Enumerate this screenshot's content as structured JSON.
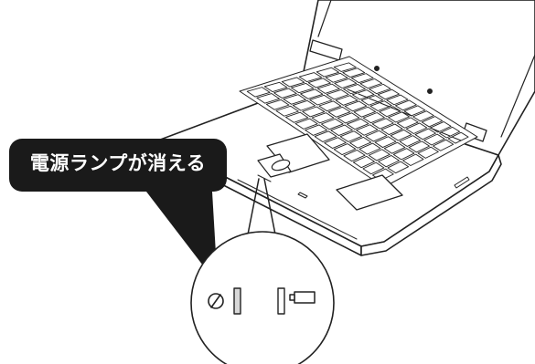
{
  "callout": {
    "label": "電源ランプが消える"
  },
  "indicators": [
    {
      "name": "power-indicator",
      "icon": "power-icon",
      "lamp": "lamp-off"
    },
    {
      "name": "battery-indicator",
      "icon": "battery-icon",
      "lamp": "lamp-off"
    }
  ],
  "colors": {
    "callout_bg": "#1a1a1a",
    "callout_text": "#ffffff",
    "line": "#222222",
    "lamp_off_fill": "#d8d8d8"
  }
}
